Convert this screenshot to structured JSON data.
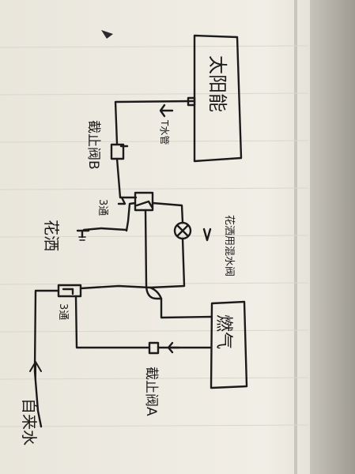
{
  "components": {
    "solar_heater": "太阳能",
    "gas_heater": "燃气",
    "shower": "花洒",
    "mixing_valve": "混水阀",
    "tap_water": "自来水"
  },
  "labels": {
    "hot_water_arrow": "T水管",
    "shutoff_valve_b": "截止阀B",
    "shutoff_valve_a": "截止阀A",
    "three_way_upper": "3通",
    "three_way_lower": "3通",
    "mixing_valve_note": "花洒用混水阀"
  },
  "colors": {
    "paper": "#ece9df",
    "ink": "#1b1b1b",
    "shadow": "#a9a69c"
  }
}
